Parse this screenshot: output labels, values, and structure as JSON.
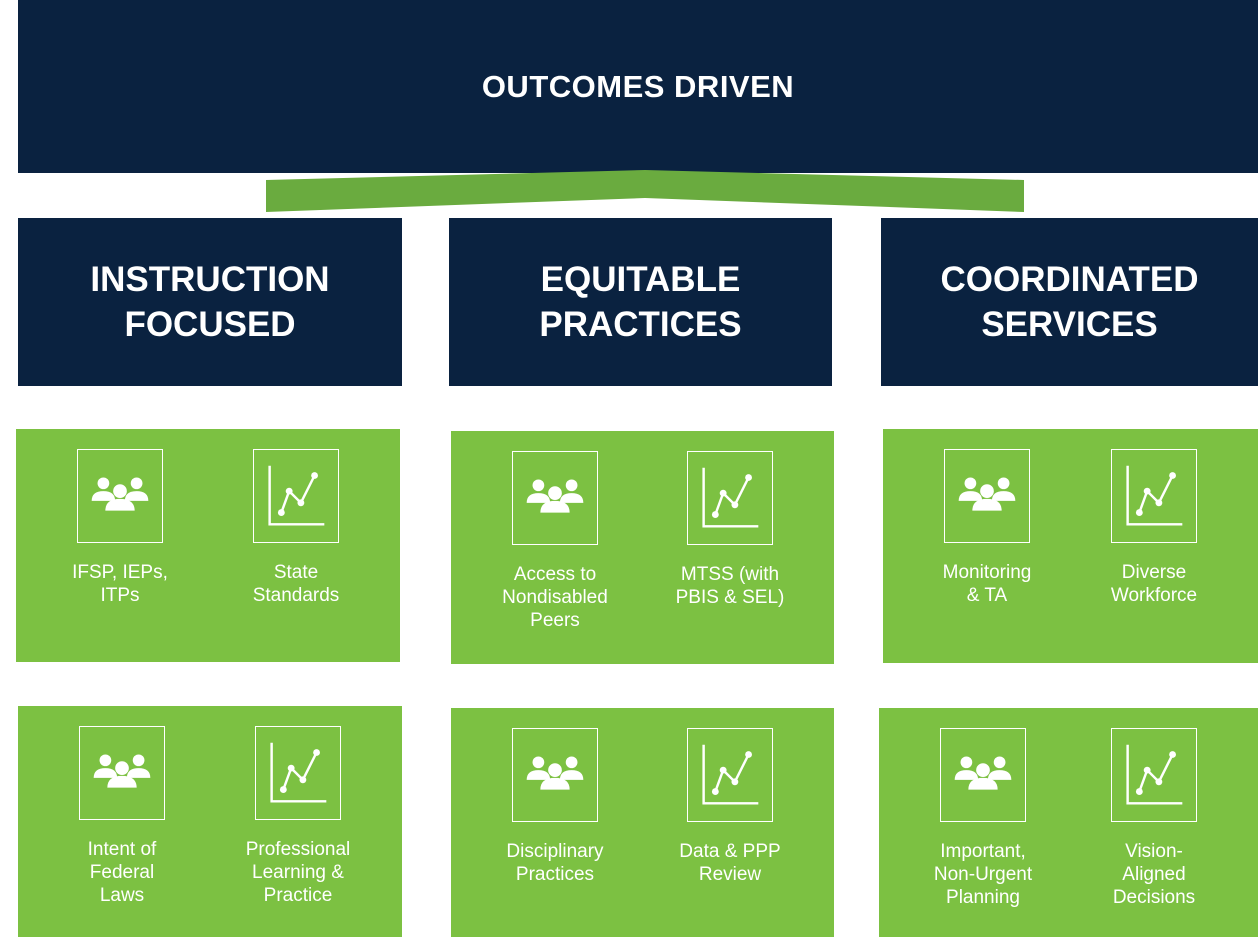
{
  "banner": {
    "title": "OUTCOMES DRIVEN"
  },
  "colors": {
    "navy": "#0a2240",
    "green": "#7cc142",
    "roof_green": "#6aab3f",
    "white": "#ffffff"
  },
  "pillars": [
    {
      "line1": "INSTRUCTION",
      "line2": "FOCUSED"
    },
    {
      "line1": "EQUITABLE",
      "line2": "PRACTICES"
    },
    {
      "line1": "COORDINATED",
      "line2": "SERVICES"
    }
  ],
  "cards": [
    {
      "items": [
        {
          "icon": "people-group-icon",
          "lines": [
            "IFSP, IEPs,",
            "ITPs"
          ]
        },
        {
          "icon": "line-chart-icon",
          "lines": [
            "State",
            "Standards"
          ]
        }
      ]
    },
    {
      "items": [
        {
          "icon": "people-group-icon",
          "lines": [
            "Access to",
            "Nondisabled",
            "Peers"
          ]
        },
        {
          "icon": "line-chart-icon",
          "lines": [
            "MTSS (with",
            "PBIS & SEL)"
          ]
        }
      ]
    },
    {
      "items": [
        {
          "icon": "people-group-icon",
          "lines": [
            "Monitoring",
            "& TA"
          ]
        },
        {
          "icon": "line-chart-icon",
          "lines": [
            "Diverse",
            "Workforce"
          ]
        }
      ]
    },
    {
      "items": [
        {
          "icon": "people-group-icon",
          "lines": [
            "Intent of",
            "Federal",
            "Laws"
          ]
        },
        {
          "icon": "line-chart-icon",
          "lines": [
            "Professional",
            "Learning &",
            "Practice"
          ]
        }
      ]
    },
    {
      "items": [
        {
          "icon": "people-group-icon",
          "lines": [
            "Disciplinary",
            "Practices"
          ]
        },
        {
          "icon": "line-chart-icon",
          "lines": [
            "Data & PPP",
            "Review"
          ]
        }
      ]
    },
    {
      "items": [
        {
          "icon": "people-group-icon",
          "lines": [
            "Important,",
            "Non-Urgent",
            "Planning"
          ]
        },
        {
          "icon": "line-chart-icon",
          "lines": [
            "Vision-",
            "Aligned",
            "Decisions"
          ]
        }
      ]
    }
  ]
}
